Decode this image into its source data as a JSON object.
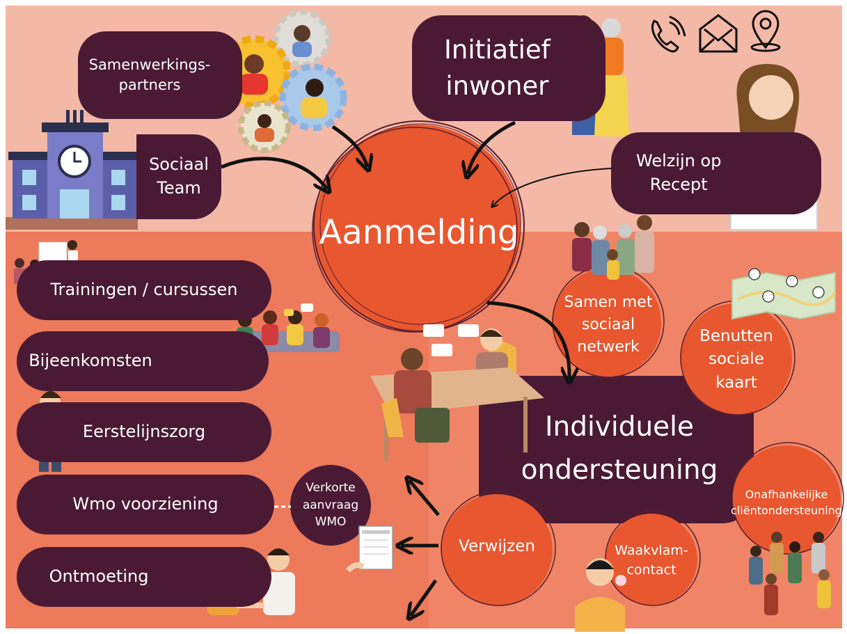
{
  "colors": {
    "top_bg": "#f4b9a6",
    "bottom_bg": "#ef8566",
    "dark": "#4a1a35",
    "orange": "#e8572f"
  },
  "icons": [
    "phone-icon",
    "email-icon",
    "location-pin-icon"
  ],
  "intake": {
    "center": "Aanmelding",
    "sources": {
      "partners": "Samenwerkings-\npartners",
      "social_team": "Sociaal\nTeam",
      "resident_initiative": "Initiatief\ninwoner",
      "welfare_prescription": "Welzijn op\nRecept"
    }
  },
  "support": {
    "title": "Individuele\nondersteuning",
    "network": "Samen met\nsociaal\nnetwerk",
    "social_map": "Benutten\nsociale\nkaart",
    "independent_support": "Onafhankelijke\ncliëntondersteuning",
    "refer": "Verwijzen",
    "beacon_contact": "Waakvlam-\ncontact"
  },
  "referrals": {
    "trainings": "Trainingen / cursussen",
    "meetings": "Bijeenkomsten",
    "primary_care": "Eerstelijnszorg",
    "wmo": "Wmo voorziening",
    "encounter": "Ontmoeting",
    "short_wmo": "Verkorte\naanvraag\nWMO"
  },
  "illustrations": [
    "gear-people-illustration",
    "city-hall-illustration",
    "elderly-couple-illustration",
    "doctor-illustration",
    "family-illustration",
    "map-illustration",
    "meeting-table-illustration",
    "training-illustration",
    "group-chat-illustration",
    "physician-illustration",
    "application-form-illustration",
    "handshake-illustration",
    "phone-call-illustration",
    "crowd-illustration"
  ]
}
